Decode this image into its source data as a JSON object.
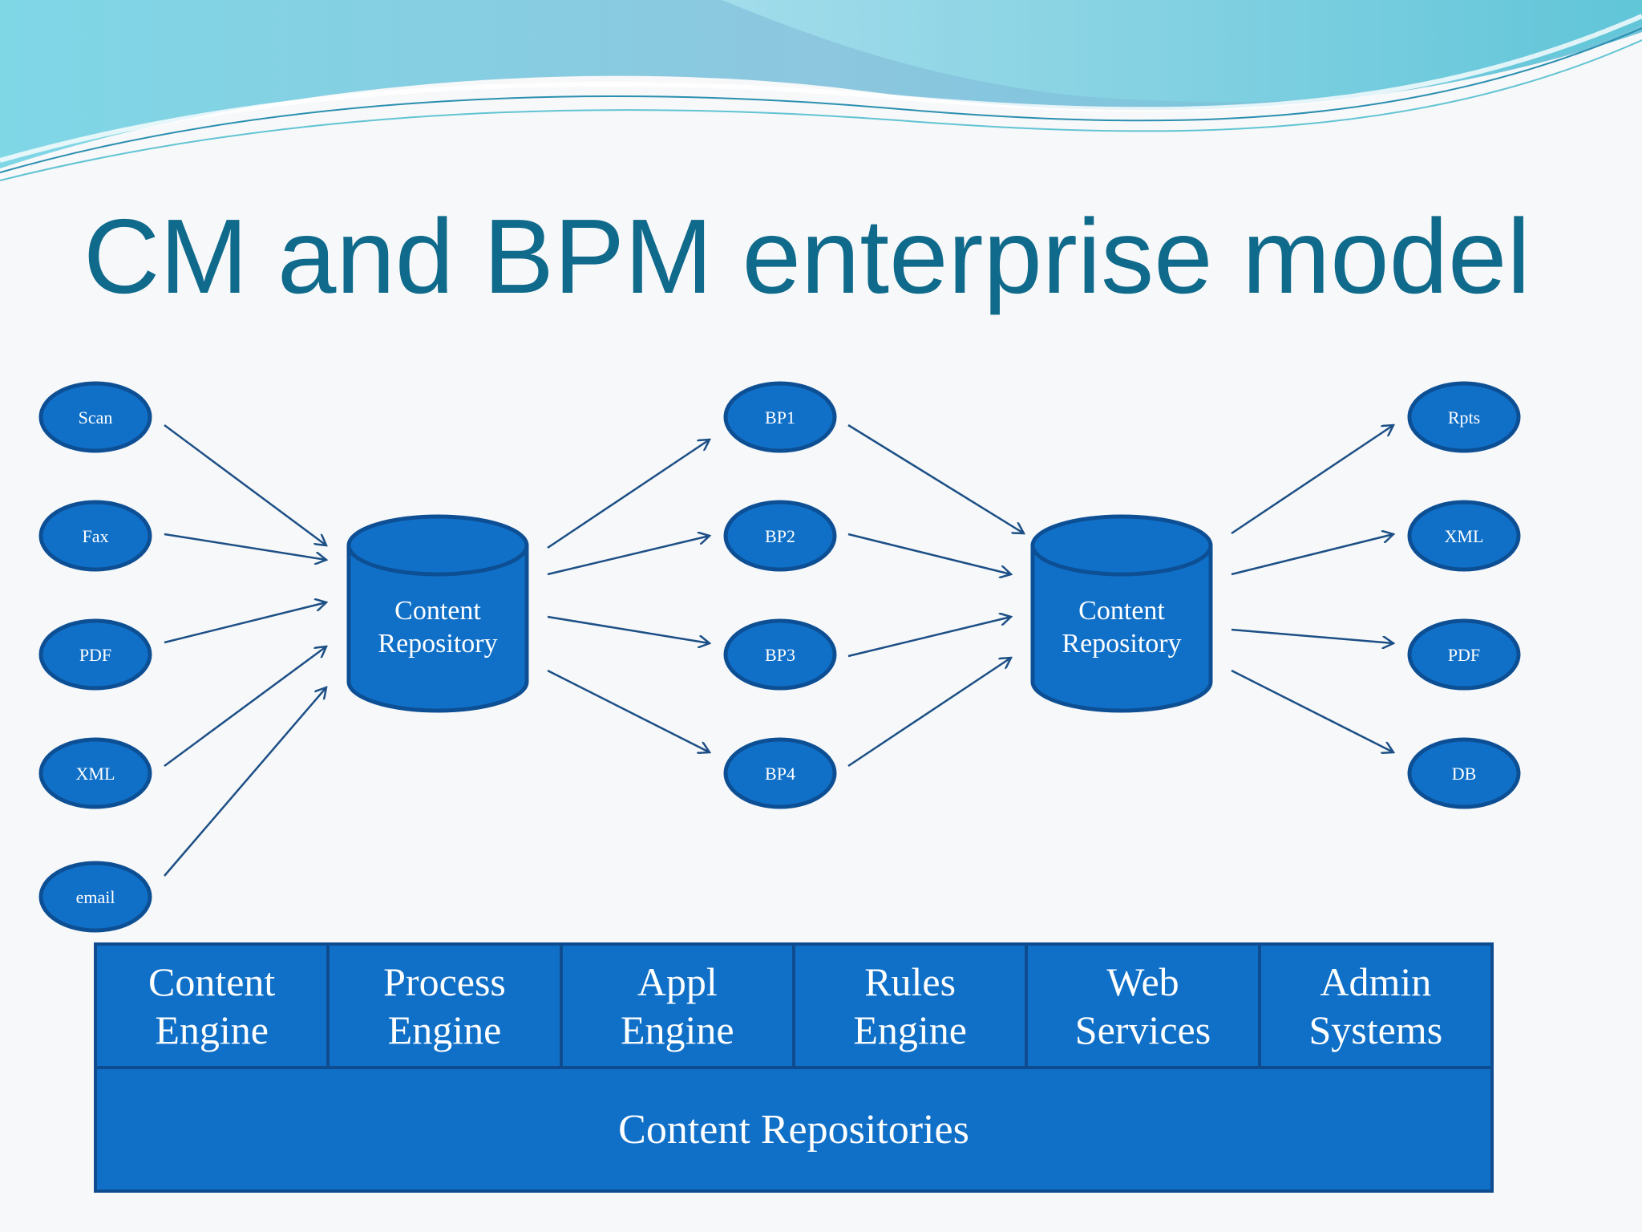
{
  "slide": {
    "title": "CM and BPM enterprise model",
    "colors": {
      "title": "#0f6a8b",
      "node_fill": "#1070c8",
      "node_stroke": "#0d4f94",
      "arrow": "#1c4f86",
      "background": "#f7f8f9"
    }
  },
  "inputs": [
    "Scan",
    "Fax",
    "PDF",
    "XML",
    "email"
  ],
  "repository_left": {
    "line1": "Content",
    "line2": "Repository"
  },
  "processes": [
    "BP1",
    "BP2",
    "BP3",
    "BP4"
  ],
  "repository_right": {
    "line1": "Content",
    "line2": "Repository"
  },
  "outputs": [
    "Rpts",
    "XML",
    "PDF",
    "DB"
  ],
  "engines": [
    "Content\nEngine",
    "Process\nEngine",
    "Appl\nEngine",
    "Rules\nEngine",
    "Web\nServices",
    "Admin\nSystems"
  ],
  "repositories_label": "Content Repositories"
}
